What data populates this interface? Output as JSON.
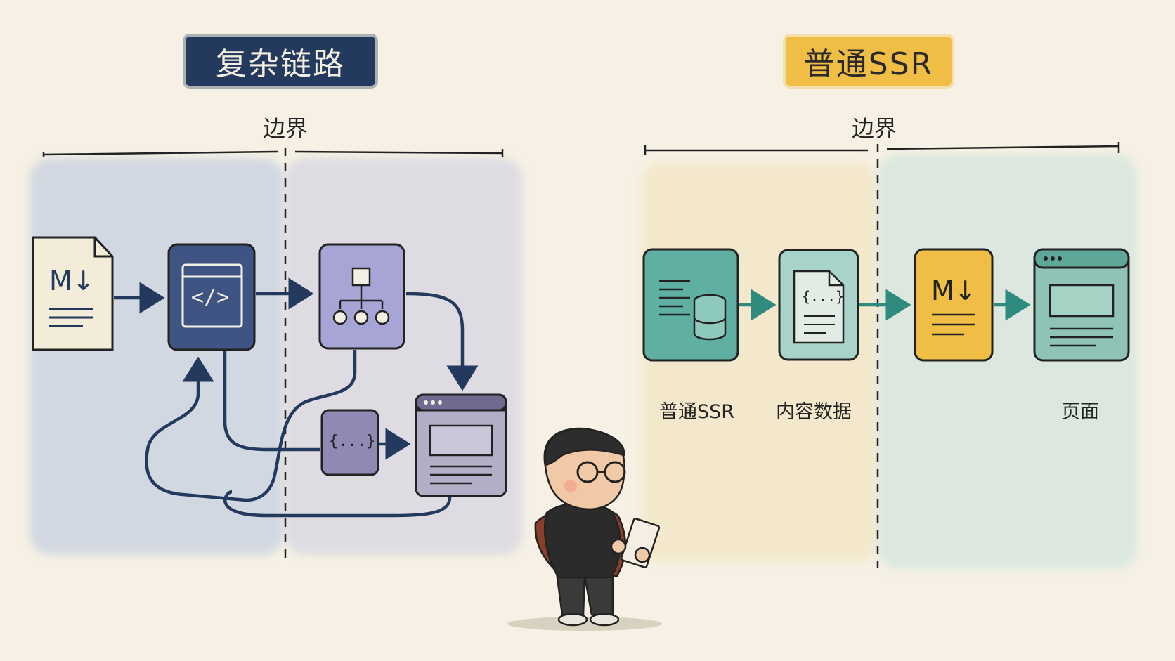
{
  "left_panel": {
    "title": "复杂链路",
    "boundary_label": "边界",
    "markdown_icon_text": "M↓",
    "code_icon_text": "</>",
    "json_icon_text": "{...}"
  },
  "right_panel": {
    "title": "普通SSR",
    "boundary_label": "边界",
    "steps": [
      {
        "label": "普通SSR",
        "icon": "server-database-icon",
        "color": "#5fb0a3"
      },
      {
        "label": "内容数据",
        "icon": "json-document-icon",
        "color": "#a8d3c8"
      },
      {
        "label": "",
        "icon": "markdown-icon",
        "color": "#f0bd45"
      },
      {
        "label": "页面",
        "icon": "browser-page-icon",
        "color": "#8ec3b5"
      }
    ],
    "json_icon_text": "{...}",
    "markdown_icon_text": "M↓"
  },
  "colors": {
    "navy": "#23395d",
    "purple": "#a6a5d6",
    "teal": "#5fb0a3",
    "yellow": "#f0bd45",
    "arrow_teal": "#2e8b7e"
  }
}
